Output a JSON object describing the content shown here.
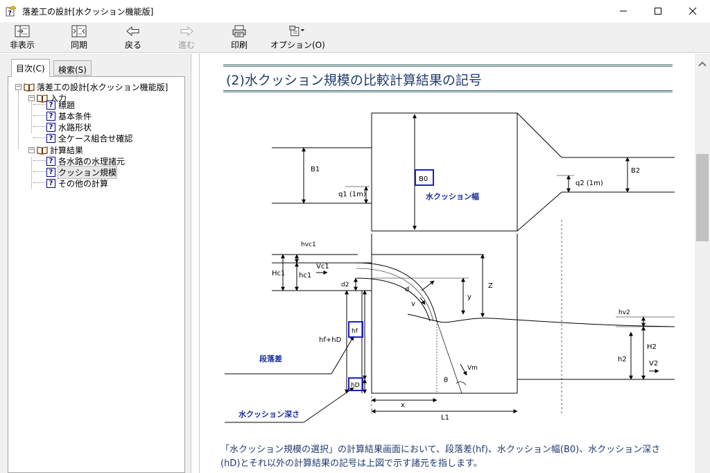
{
  "window": {
    "title": "落差工の設計[水クッション機能版]",
    "minimize": "—",
    "maximize": "☐",
    "close": "✕"
  },
  "toolbar": {
    "hide": "非表示",
    "sync": "同期",
    "back": "戻る",
    "forward": "進む",
    "print": "印刷",
    "options": "オプション(O)"
  },
  "tabs": {
    "contents": "目次(C)",
    "search": "検索(S)"
  },
  "tree": {
    "root": "落差工の設計[水クッション機能版]",
    "input": "入力",
    "input_items": [
      "標題",
      "基本条件",
      "水路形状",
      "全ケース組合せ確認"
    ],
    "results": "計算結果",
    "results_items": [
      "各水路の水理諸元",
      "クッション規模",
      "その他の計算"
    ]
  },
  "content": {
    "heading": "(2)水クッション規模の比較計算結果の記号",
    "paragraph": "「水クッション規模の選択」の計算結果画面において、段落差(hf)、水クッション幅(B0)、水クッション深さ(hD)とそれ以外の計算結果の記号は上図で示す諸元を指します。"
  },
  "figure": {
    "plan": {
      "b1": "B1",
      "b2": "B2",
      "b0": "B0",
      "q1": "q1 (1m)",
      "q2": "q2 (1m)",
      "width_caption": "水クッション幅"
    },
    "section": {
      "hvc1": "hvc1",
      "hc1_big": "Hc1",
      "hc1": "hc1",
      "vc1": "Vc1",
      "d2": "d2",
      "d": "d",
      "v": "v",
      "y": "y",
      "z": "Z",
      "hv2": "hv2",
      "h2_big": "H2",
      "h2": "h2",
      "v2": "V2",
      "vm": "Vm",
      "theta": "θ",
      "hf_hd": "hf+hD",
      "hf": "hf",
      "hd": "hD",
      "x": "x",
      "l1": "L1",
      "drop_caption": "段落差",
      "depth_caption": "水クッション深さ"
    }
  },
  "colors": {
    "heading": "#1f3a6e",
    "caption": "#1a2fa0",
    "rule": "#3d6b70"
  }
}
